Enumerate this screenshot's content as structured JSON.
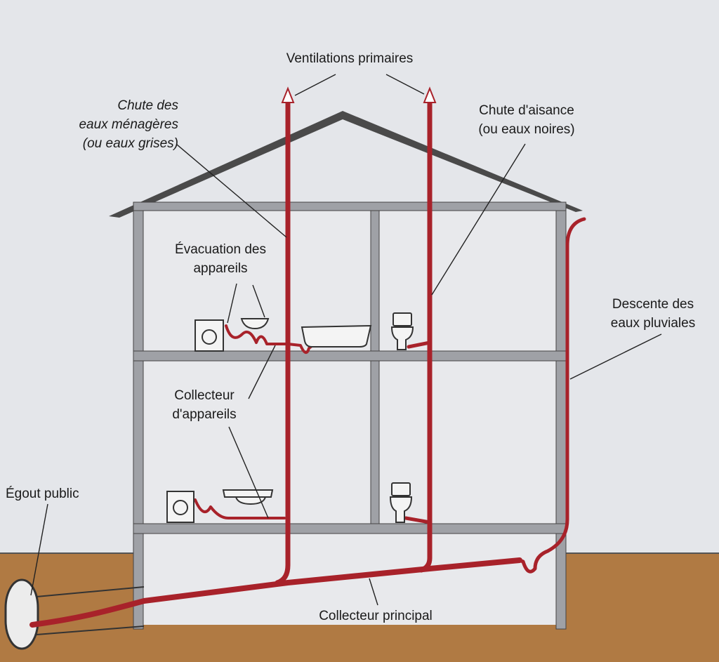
{
  "labels": {
    "ventilations": "Ventilations primaires",
    "chute_menageres": [
      "Chute des",
      "eaux ménagères",
      "(ou eaux grises)"
    ],
    "chute_aisance": [
      "Chute d'aisance",
      "(ou eaux noires)"
    ],
    "evacuation": [
      "Évacuation des",
      "appareils"
    ],
    "descente": [
      "Descente des",
      "eaux pluviales"
    ],
    "collecteur_appareils": [
      "Collecteur",
      "d'appareils"
    ],
    "egout": "Égout public",
    "collecteur_principal": "Collecteur principal"
  },
  "colors": {
    "background": "#e4e6ea",
    "ground": "#b07a43",
    "pipe": "#a8222a",
    "wall": "#9fa1a6",
    "outline": "#333333"
  }
}
